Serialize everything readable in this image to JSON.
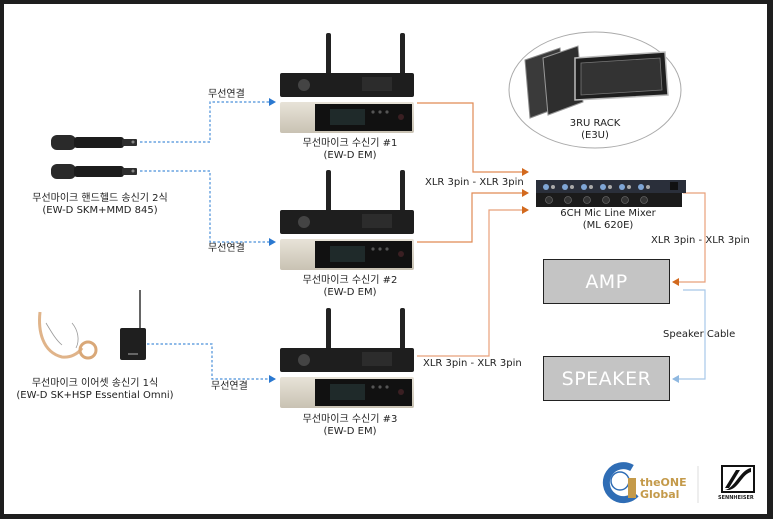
{
  "colors": {
    "frame": "#1e1e1e",
    "background": "#ffffff",
    "wireless_link": "#4a90d9",
    "xlr_link": "#d2691e",
    "xlr_link_light": "#e8a07a",
    "speaker_link": "#a8c8e8",
    "box_fill": "#c4c4c4",
    "brand_blue": "#2f6db5",
    "brand_gold": "#c49a4a"
  },
  "transmitters": {
    "handheld": {
      "label_line1": "무선마이크 핸드헬드 송신기 2식",
      "label_line2": "(EW-D SKM+MMD 845)",
      "count": 2
    },
    "earset": {
      "label_line1": "무선마이크 이어셋 송신기 1식",
      "label_line2": "(EW-D SK+HSP Essential Omni)"
    }
  },
  "wireless_labels": [
    "무선연결",
    "무선연결",
    "무선연결"
  ],
  "receivers": [
    {
      "label_line1": "무선마이크 수신기 #1",
      "label_line2": "(EW-D EM)"
    },
    {
      "label_line1": "무선마이크 수신기 #2",
      "label_line2": "(EW-D EM)"
    },
    {
      "label_line1": "무선마이크 수신기 #3",
      "label_line2": "(EW-D EM)"
    }
  ],
  "xlr_labels": [
    "XLR 3pin - XLR 3pin",
    "XLR 3pin - XLR 3pin",
    "XLR 3pin - XLR 3pin"
  ],
  "rack": {
    "label_line1": "3RU RACK",
    "label_line2": "(E3U)"
  },
  "mixer": {
    "label_line1": "6CH Mic Line Mixer",
    "label_line2": "(ML 620E)",
    "channels": 6
  },
  "amp": {
    "label": "AMP"
  },
  "speaker": {
    "label": "SPEAKER"
  },
  "speaker_cable_label": "Speaker Cable",
  "logos": {
    "theone_line1": "theONE",
    "theone_line2": "Global",
    "sennheiser": "SENNHEISER"
  }
}
